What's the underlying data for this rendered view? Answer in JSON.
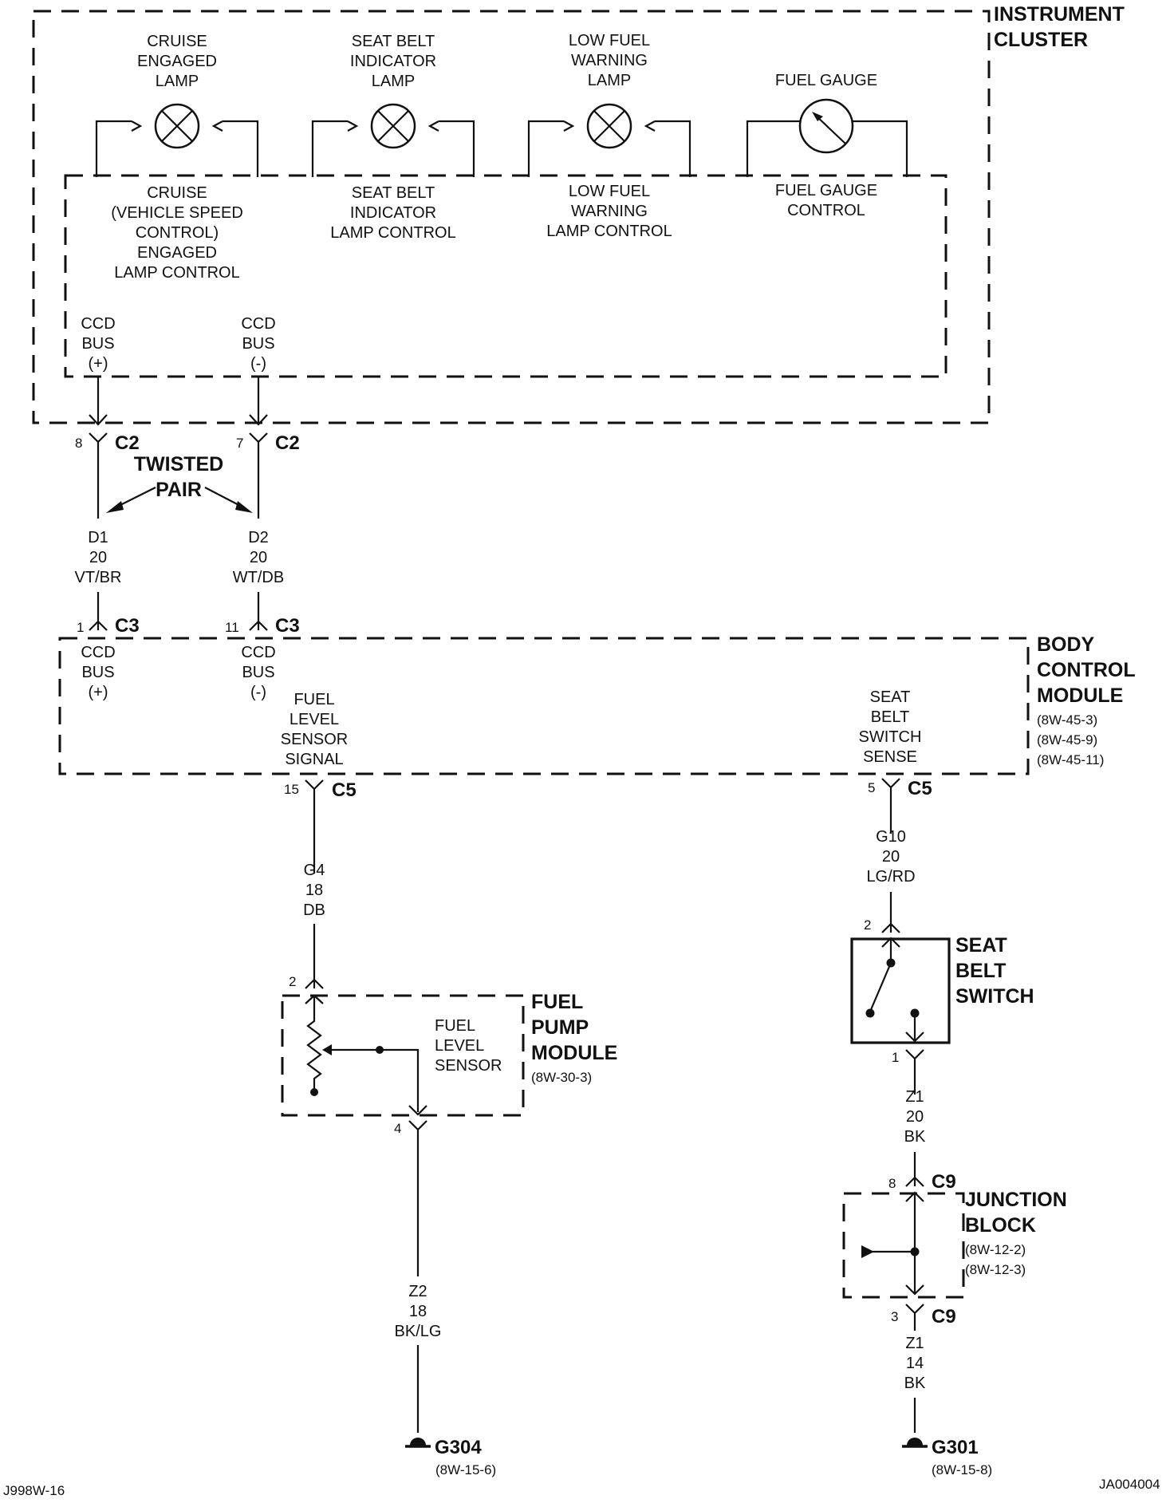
{
  "instrument_cluster": {
    "name": [
      "INSTRUMENT",
      "CLUSTER"
    ],
    "lamps": [
      {
        "label": [
          "CRUISE",
          "ENGAGED",
          "LAMP"
        ],
        "control": [
          "CRUISE",
          "(VEHICLE SPEED",
          "CONTROL)",
          "ENGAGED",
          "LAMP CONTROL"
        ]
      },
      {
        "label": [
          "SEAT BELT",
          "INDICATOR",
          "LAMP"
        ],
        "control": [
          "SEAT BELT",
          "INDICATOR",
          "LAMP CONTROL"
        ]
      },
      {
        "label": [
          "LOW FUEL",
          "WARNING",
          "LAMP"
        ],
        "control": [
          "LOW FUEL",
          "WARNING",
          "LAMP CONTROL"
        ]
      },
      {
        "label": [
          "FUEL GAUGE"
        ],
        "control": [
          "FUEL GAUGE",
          "CONTROL"
        ]
      }
    ],
    "ccd_plus": [
      "CCD",
      "BUS",
      "(+)"
    ],
    "ccd_minus": [
      "CCD",
      "BUS",
      "(-)"
    ]
  },
  "c2": {
    "name": "C2",
    "pin_plus": "8",
    "pin_minus": "7"
  },
  "twisted_pair": [
    "TWISTED",
    "PAIR"
  ],
  "wire_d1": [
    "D1",
    "20",
    "VT/BR"
  ],
  "wire_d2": [
    "D2",
    "20",
    "WT/DB"
  ],
  "c3": {
    "name": "C3",
    "pin_plus": "1",
    "pin_minus": "11"
  },
  "bcm": {
    "name": [
      "BODY",
      "CONTROL",
      "MODULE"
    ],
    "refs": [
      "(8W-45-3)",
      "(8W-45-9)",
      "(8W-45-11)"
    ],
    "ccd_plus": [
      "CCD",
      "BUS",
      "(+)"
    ],
    "ccd_minus": [
      "CCD",
      "BUS",
      "(-)"
    ],
    "fuel_signal": [
      "FUEL",
      "LEVEL",
      "SENSOR",
      "SIGNAL"
    ],
    "seat_sense": [
      "SEAT",
      "BELT",
      "SWITCH",
      "SENSE"
    ]
  },
  "c5": {
    "name": "C5",
    "pin_fuel": "15",
    "pin_seat": "5"
  },
  "wire_g4": [
    "G4",
    "18",
    "DB"
  ],
  "wire_g10": [
    "G10",
    "20",
    "LG/RD"
  ],
  "fuel_pump_module": {
    "name": [
      "FUEL",
      "PUMP",
      "MODULE"
    ],
    "ref": "(8W-30-3)",
    "sensor": [
      "FUEL",
      "LEVEL",
      "SENSOR"
    ],
    "pin_in": "2",
    "pin_out": "4"
  },
  "seat_belt_switch": {
    "name": [
      "SEAT",
      "BELT",
      "SWITCH"
    ],
    "pin_in": "2",
    "pin_out": "1"
  },
  "wire_z1_20": [
    "Z1",
    "20",
    "BK"
  ],
  "c9": {
    "name": "C9",
    "pin_in": "8",
    "pin_out": "3"
  },
  "junction_block": {
    "name": [
      "JUNCTION",
      "BLOCK"
    ],
    "refs": [
      "(8W-12-2)",
      "(8W-12-3)"
    ]
  },
  "wire_z2": [
    "Z2",
    "18",
    "BK/LG"
  ],
  "wire_z1_14": [
    "Z1",
    "14",
    "BK"
  ],
  "g304": {
    "name": "G304",
    "ref": "(8W-15-6)"
  },
  "g301": {
    "name": "G301",
    "ref": "(8W-15-8)"
  },
  "footer_left": "J998W-16",
  "footer_right": "JA004004"
}
